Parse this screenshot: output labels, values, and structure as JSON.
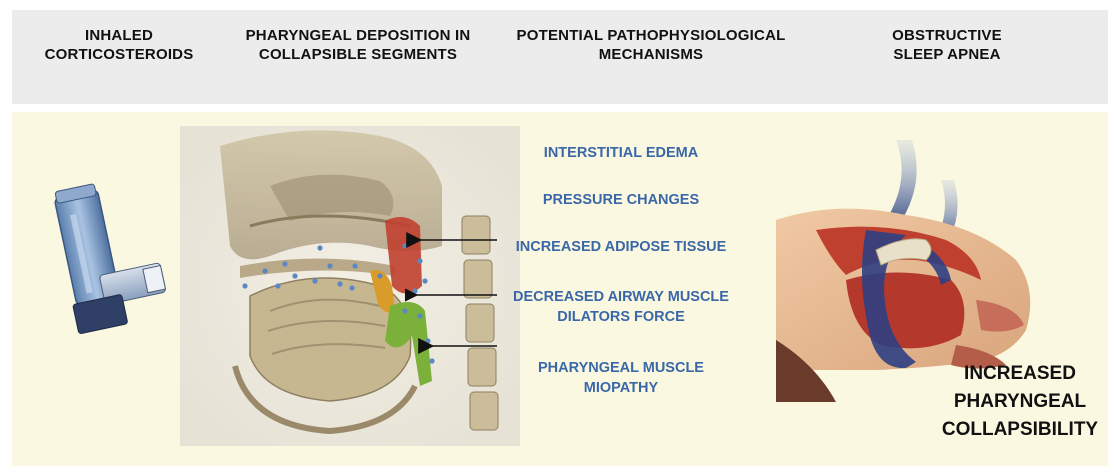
{
  "header": {
    "columns": [
      {
        "line1": "INHALED",
        "line2": "CORTICOSTEROIDS"
      },
      {
        "line1": "PHARYNGEAL DEPOSITION IN",
        "line2": "COLLAPSIBLE  SEGMENTS"
      },
      {
        "line1": "POTENTIAL PATHOPHYSIOLOGICAL",
        "line2": "MECHANISMS"
      },
      {
        "line1": "OBSTRUCTIVE",
        "line2": "SLEEP APNEA"
      }
    ]
  },
  "mechanisms": [
    {
      "line1": "INTERSTITIAL EDEMA",
      "line2": ""
    },
    {
      "line1": "PRESSURE CHANGES",
      "line2": ""
    },
    {
      "line1": "INCREASED ADIPOSE TISSUE",
      "line2": ""
    },
    {
      "line1": "DECREASED AIRWAY MUSCLE",
      "line2": "DILATORS FORCE"
    },
    {
      "line1": "PHARYNGEAL MUSCLE",
      "line2": "MIOPATHY"
    }
  ],
  "outcome": {
    "line1": "INCREASED",
    "line2": "PHARYNGEAL",
    "line3": "COLLAPSIBILITY"
  },
  "colors": {
    "header_bg": "#ececec",
    "panel_bg": "#fbf8e1",
    "mechanism_text": "#3a67a8",
    "particle": "#5b87c4",
    "tissue_red": "#c0402f",
    "tissue_orange": "#d99b2a",
    "tissue_green": "#7bb13a",
    "airway_blue": "#2f3f83"
  }
}
